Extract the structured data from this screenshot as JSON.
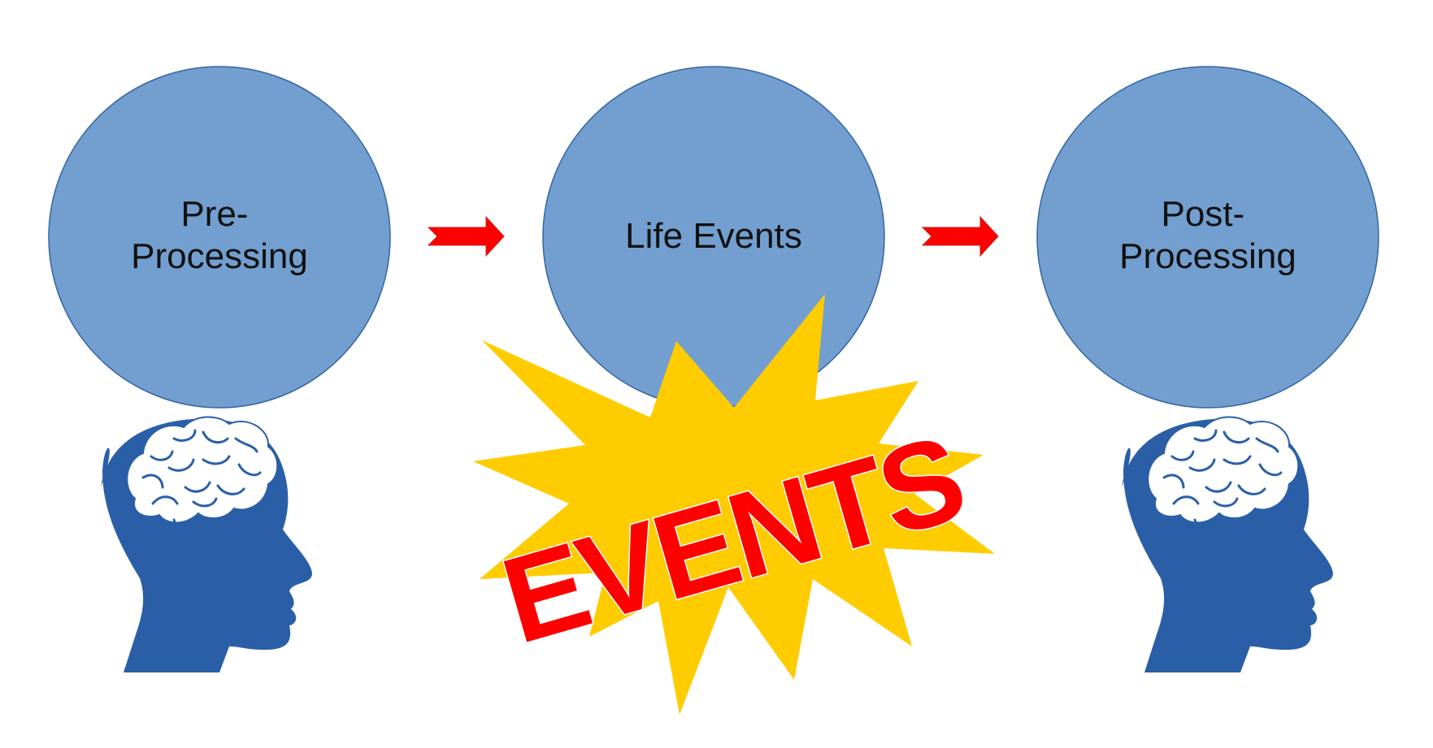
{
  "colors": {
    "background": "#ffffff",
    "circle_fill": "#729fcf",
    "circle_stroke": "#3465a4",
    "arrow_fill": "#ff0000",
    "arrow_stroke": "#c9211e",
    "head_fill": "#2a5fa7",
    "brain_fill": "#ffffff",
    "brain_lines": "#2a5fa7",
    "burst_fill": "#ffcc00",
    "burst_text_fill": "#ff0000",
    "burst_text_stroke": "#ffffff",
    "label_color": "#111111"
  },
  "nodes": [
    {
      "id": "pre",
      "lines": [
        "Pre-",
        "Processing"
      ]
    },
    {
      "id": "life",
      "lines": [
        "Life Events"
      ]
    },
    {
      "id": "post",
      "lines": [
        "Post-",
        "Processing"
      ]
    }
  ],
  "icons": {
    "left_head": "head-brain-icon",
    "right_head": "head-brain-icon",
    "arrows": "arrow-right-icon",
    "burst": "explosion-burst-icon"
  },
  "burst": {
    "text": "EVENTS"
  }
}
